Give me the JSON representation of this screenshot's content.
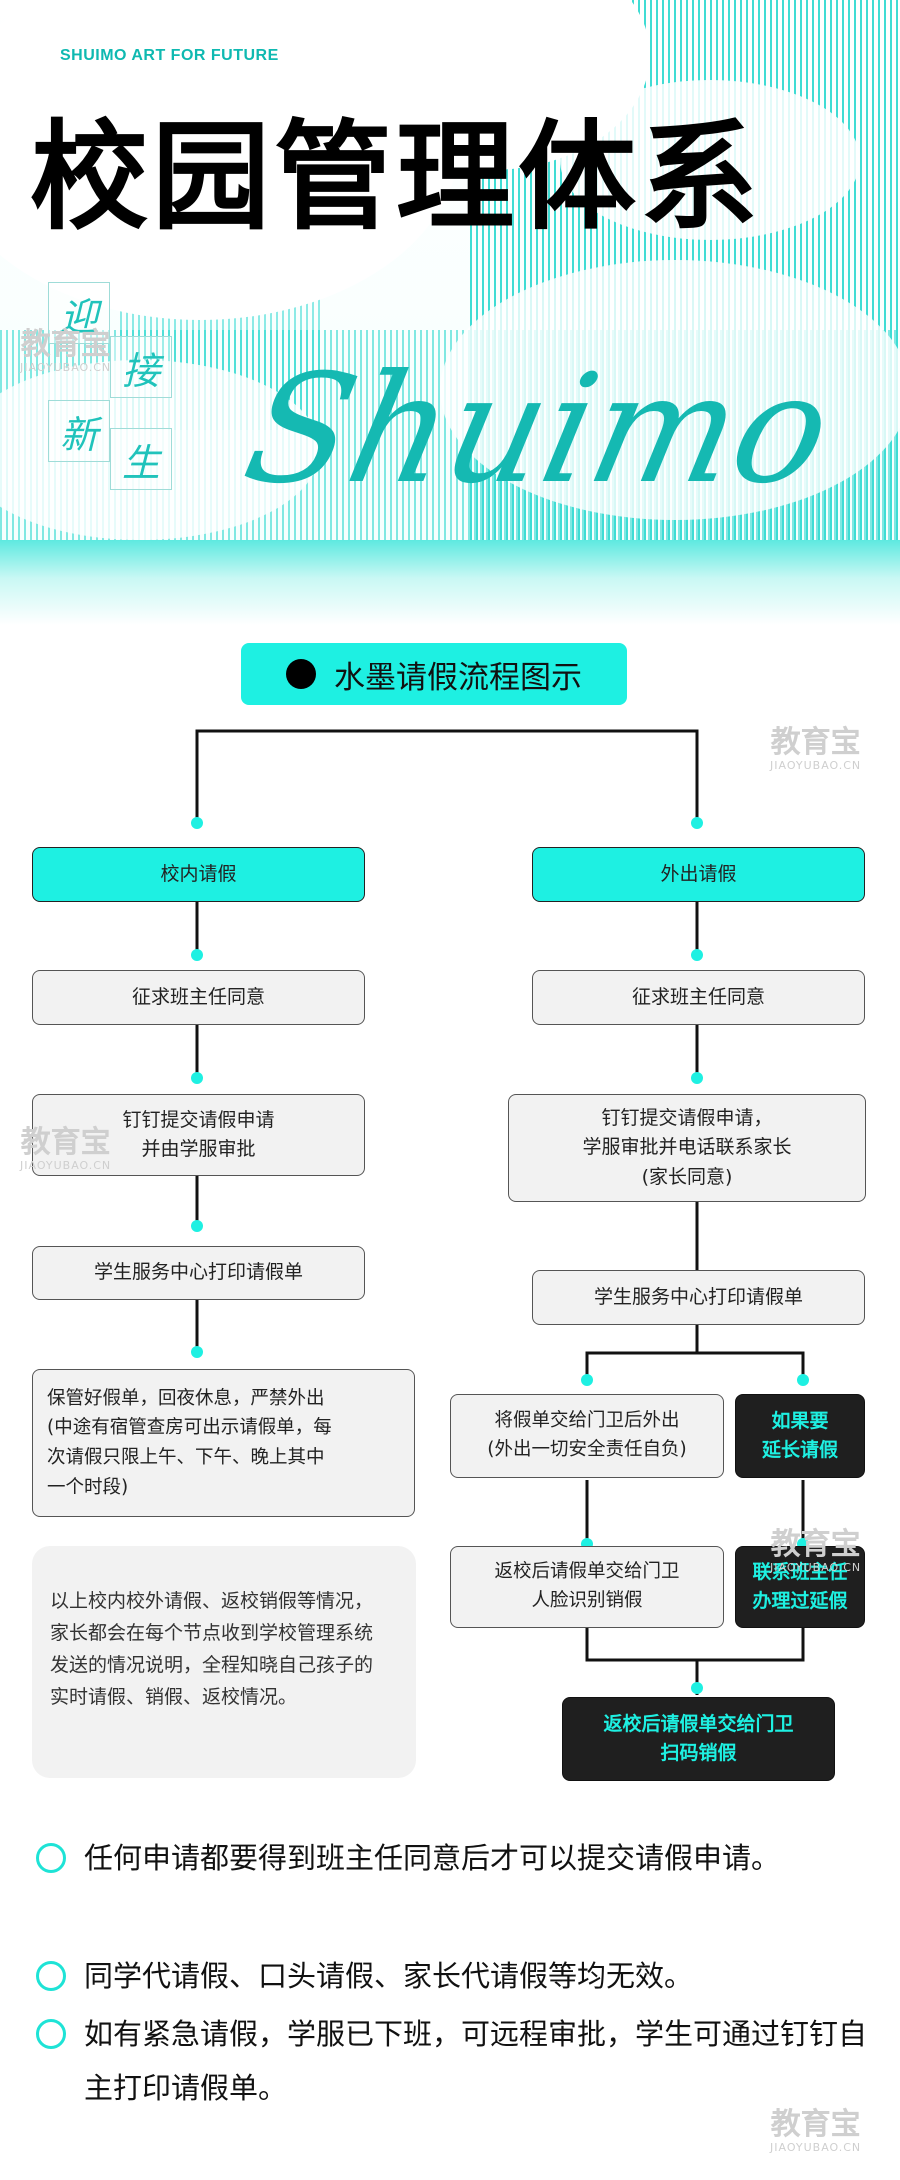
{
  "hero": {
    "brand": "SHUIMO ART FOR FUTURE",
    "title": "校园管理体系",
    "script_word": "Shuimo",
    "box_chars": [
      "迎",
      "接",
      "新",
      "生"
    ],
    "watermark": {
      "cn": "教育宝",
      "en": "JIAOYUBAO.CN"
    }
  },
  "section_title": "水墨请假流程图示",
  "flow": {
    "left": {
      "head": "校内请假",
      "step1": "征求班主任同意",
      "step2": [
        "钉钉提交请假申请",
        "并由学服审批"
      ],
      "step3": "学生服务中心打印请假单",
      "step4": [
        "保管好假单，回夜休息，严禁外出",
        "(中途有宿管查房可出示请假单，每",
        "次请假只限上午、下午、晚上其中",
        "一个时段)"
      ]
    },
    "right": {
      "head": "外出请假",
      "step1": "征求班主任同意",
      "step2": [
        "钉钉提交请假申请，",
        "学服审批并电话联系家长",
        "(家长同意)"
      ],
      "step3": "学生服务中心打印请假单",
      "branch_a1": [
        "将假单交给门卫后外出",
        "(外出一切安全责任自负)"
      ],
      "branch_b1": [
        "如果要",
        "延长请假"
      ],
      "branch_a2": [
        "返校后请假单交给门卫",
        "人脸识别销假"
      ],
      "branch_b2": [
        "联系班主任",
        "办理过延假"
      ],
      "final": [
        "返校后请假单交给门卫",
        "扫码销假"
      ]
    },
    "note": "以上校内校外请假、返校销假等情况，家长都会在每个节点收到学校管理系统发送的情况说明，全程知晓自己孩子的实时请假、销假、返校情况。"
  },
  "bullets": [
    "任何申请都要得到班主任同意后才可以提交请假申请。",
    "同学代请假、口头请假、家长代请假等均无效。",
    "如有紧急请假，学服已下班，可远程审批，学生可通过钉钉自主打印请假单。"
  ],
  "colors": {
    "accent": "#1ef0e2",
    "dark": "#1f1f1f",
    "box": "#f2f2f2",
    "text": "#222222"
  }
}
